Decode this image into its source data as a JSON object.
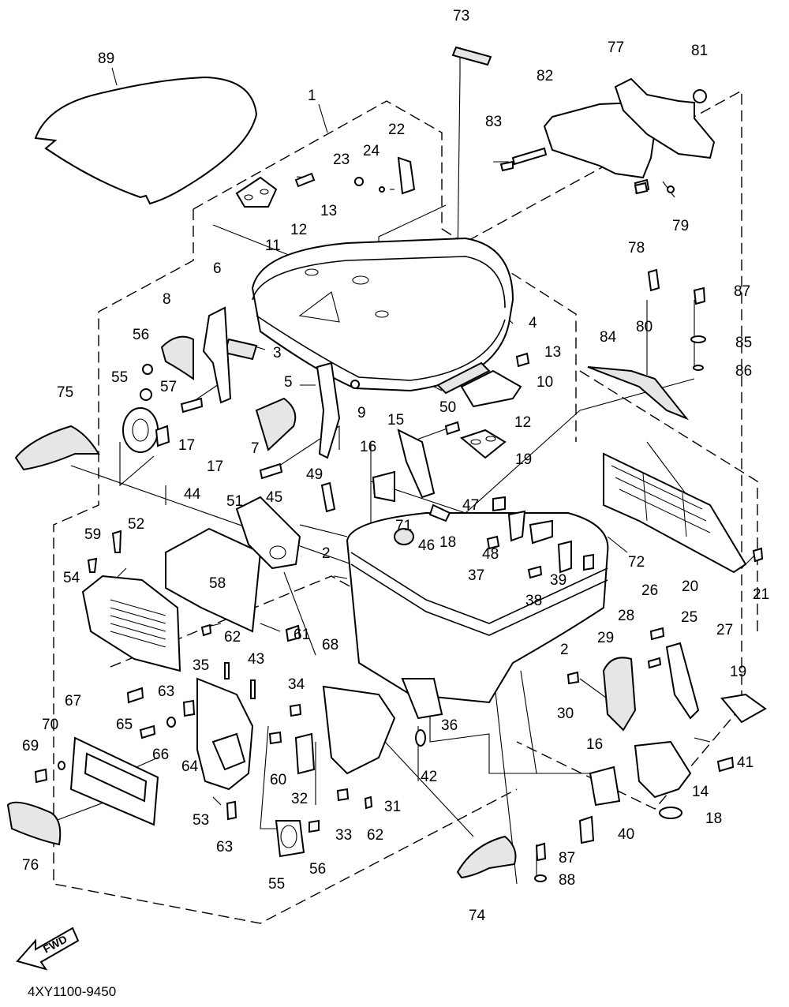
{
  "diagram_code": "4XY1100-9450",
  "fwd_label": "FWD",
  "part_labels": [
    {
      "id": "l-89",
      "text": "89"
    },
    {
      "id": "l-1",
      "text": "1"
    },
    {
      "id": "l-73",
      "text": "73"
    },
    {
      "id": "l-77",
      "text": "77"
    },
    {
      "id": "l-81",
      "text": "81"
    },
    {
      "id": "l-82",
      "text": "82"
    },
    {
      "id": "l-83",
      "text": "83"
    },
    {
      "id": "l-22",
      "text": "22"
    },
    {
      "id": "l-23",
      "text": "23"
    },
    {
      "id": "l-24",
      "text": "24"
    },
    {
      "id": "l-13a",
      "text": "13"
    },
    {
      "id": "l-12a",
      "text": "12"
    },
    {
      "id": "l-11",
      "text": "11"
    },
    {
      "id": "l-78",
      "text": "78"
    },
    {
      "id": "l-79",
      "text": "79"
    },
    {
      "id": "l-6",
      "text": "6"
    },
    {
      "id": "l-8",
      "text": "8"
    },
    {
      "id": "l-56a",
      "text": "56"
    },
    {
      "id": "l-4",
      "text": "4"
    },
    {
      "id": "l-80",
      "text": "80"
    },
    {
      "id": "l-87a",
      "text": "87"
    },
    {
      "id": "l-85",
      "text": "85"
    },
    {
      "id": "l-86",
      "text": "86"
    },
    {
      "id": "l-3",
      "text": "3"
    },
    {
      "id": "l-55a",
      "text": "55"
    },
    {
      "id": "l-57",
      "text": "57"
    },
    {
      "id": "l-5",
      "text": "5"
    },
    {
      "id": "l-13b",
      "text": "13"
    },
    {
      "id": "l-84",
      "text": "84"
    },
    {
      "id": "l-10",
      "text": "10"
    },
    {
      "id": "l-75",
      "text": "75"
    },
    {
      "id": "l-9",
      "text": "9"
    },
    {
      "id": "l-17a",
      "text": "17"
    },
    {
      "id": "l-7",
      "text": "7"
    },
    {
      "id": "l-50",
      "text": "50"
    },
    {
      "id": "l-12b",
      "text": "12"
    },
    {
      "id": "l-15",
      "text": "15"
    },
    {
      "id": "l-16a",
      "text": "16"
    },
    {
      "id": "l-19a",
      "text": "19"
    },
    {
      "id": "l-17b",
      "text": "17"
    },
    {
      "id": "l-49",
      "text": "49"
    },
    {
      "id": "l-44",
      "text": "44"
    },
    {
      "id": "l-51",
      "text": "51"
    },
    {
      "id": "l-45",
      "text": "45"
    },
    {
      "id": "l-47",
      "text": "47"
    },
    {
      "id": "l-71",
      "text": "71"
    },
    {
      "id": "l-52",
      "text": "52"
    },
    {
      "id": "l-59",
      "text": "59"
    },
    {
      "id": "l-18a",
      "text": "18"
    },
    {
      "id": "l-48",
      "text": "48"
    },
    {
      "id": "l-72",
      "text": "72"
    },
    {
      "id": "l-2a",
      "text": "2"
    },
    {
      "id": "l-46",
      "text": "46"
    },
    {
      "id": "l-20",
      "text": "20"
    },
    {
      "id": "l-21",
      "text": "21"
    },
    {
      "id": "l-54",
      "text": "54"
    },
    {
      "id": "l-58",
      "text": "58"
    },
    {
      "id": "l-37",
      "text": "37"
    },
    {
      "id": "l-39",
      "text": "39"
    },
    {
      "id": "l-38",
      "text": "38"
    },
    {
      "id": "l-26",
      "text": "26"
    },
    {
      "id": "l-25",
      "text": "25"
    },
    {
      "id": "l-27",
      "text": "27"
    },
    {
      "id": "l-28",
      "text": "28"
    },
    {
      "id": "l-62a",
      "text": "62"
    },
    {
      "id": "l-61",
      "text": "61"
    },
    {
      "id": "l-68",
      "text": "68"
    },
    {
      "id": "l-29",
      "text": "29"
    },
    {
      "id": "l-2b",
      "text": "2"
    },
    {
      "id": "l-35",
      "text": "35"
    },
    {
      "id": "l-43",
      "text": "43"
    },
    {
      "id": "l-34",
      "text": "34"
    },
    {
      "id": "l-63a",
      "text": "63"
    },
    {
      "id": "l-19b",
      "text": "19"
    },
    {
      "id": "l-30",
      "text": "30"
    },
    {
      "id": "l-67",
      "text": "67"
    },
    {
      "id": "l-65",
      "text": "65"
    },
    {
      "id": "l-36",
      "text": "36"
    },
    {
      "id": "l-70",
      "text": "70"
    },
    {
      "id": "l-66",
      "text": "66"
    },
    {
      "id": "l-64",
      "text": "64"
    },
    {
      "id": "l-16b",
      "text": "16"
    },
    {
      "id": "l-69",
      "text": "69"
    },
    {
      "id": "l-42",
      "text": "42"
    },
    {
      "id": "l-60",
      "text": "60"
    },
    {
      "id": "l-41",
      "text": "41"
    },
    {
      "id": "l-32",
      "text": "32"
    },
    {
      "id": "l-31",
      "text": "31"
    },
    {
      "id": "l-14",
      "text": "14"
    },
    {
      "id": "l-53",
      "text": "53"
    },
    {
      "id": "l-18b",
      "text": "18"
    },
    {
      "id": "l-63b",
      "text": "63"
    },
    {
      "id": "l-33",
      "text": "33"
    },
    {
      "id": "l-62b",
      "text": "62"
    },
    {
      "id": "l-40",
      "text": "40"
    },
    {
      "id": "l-87b",
      "text": "87"
    },
    {
      "id": "l-76",
      "text": "76"
    },
    {
      "id": "l-56b",
      "text": "56"
    },
    {
      "id": "l-88",
      "text": "88"
    },
    {
      "id": "l-55b",
      "text": "55"
    },
    {
      "id": "l-74",
      "text": "74"
    }
  ]
}
